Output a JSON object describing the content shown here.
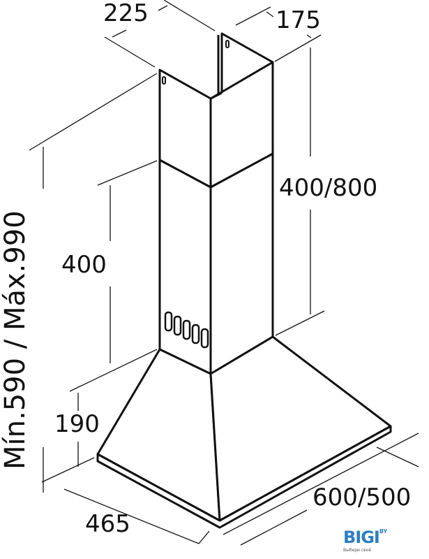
{
  "dimensions": {
    "top_depth": "225",
    "top_width": "175",
    "chimney_adjust": "400/800",
    "lower_chimney": "400",
    "canopy_height": "190",
    "total_height": "Mín.590 / Máx.990",
    "depth": "465",
    "width": "600/500"
  },
  "logo": {
    "text": "BIGI",
    "suffix": "BY",
    "tagline": "Выбери своё",
    "color": "#2b7fc4"
  }
}
